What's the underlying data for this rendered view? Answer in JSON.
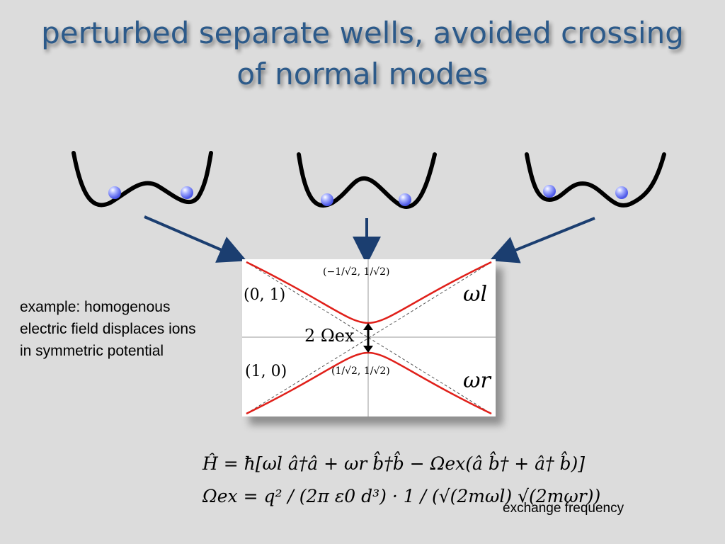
{
  "slide": {
    "title_line1": "perturbed separate wells, avoided crossing",
    "title_line2": "of normal modes",
    "title_color": "#2c5a8a",
    "background_color": "#dcdcdc"
  },
  "example_text": "example: homogenous electric field displaces ions in symmetric potential",
  "plot_labels": {
    "state_01": "(0, 1)",
    "state_10": "(1, 0)",
    "vector_top": "(−1/√2, 1/√2)",
    "vector_bottom": "(1/√2, 1/√2)",
    "omega_l": "ωl",
    "omega_r": "ωr",
    "gap": "2 Ωex"
  },
  "equations": {
    "hamiltonian": "Ĥ = ħ[ωl â†â + ωr b̂†b̂ − Ωex(â b̂† + â† b̂)]",
    "exchange": "Ωex = q² / (2π ε0 d³) · 1 / (√(2mωl) √(2mωr))"
  },
  "exchange_label": "exchange frequency",
  "colors": {
    "curve": "#e0201a",
    "arrow": "#1b3e70",
    "ball": "#6f7bff"
  }
}
